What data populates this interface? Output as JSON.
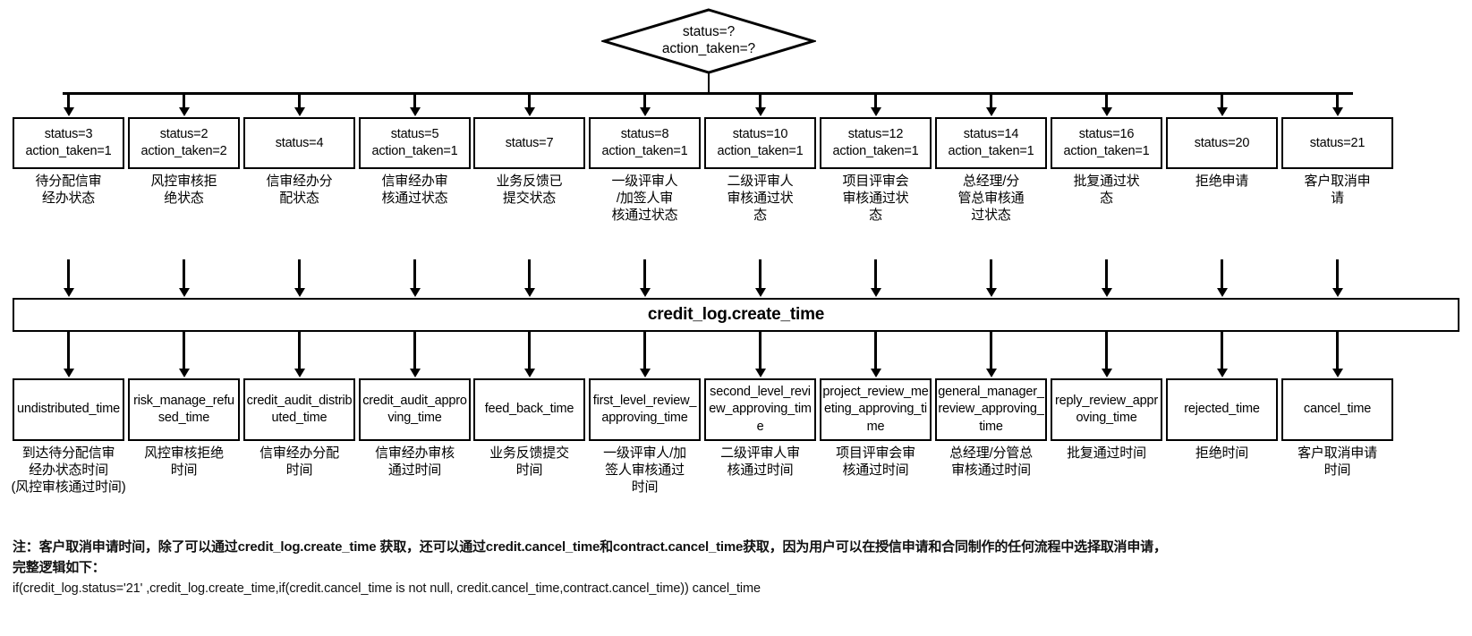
{
  "diagram": {
    "title_node": {
      "line1": "status=?",
      "line2": "action_taken=?"
    },
    "bar_label": "credit_log.create_time",
    "columns": [
      {
        "status": "status=3",
        "action_taken": "action_taken=1",
        "status_caption": "待分配信审\n经办状态",
        "field": "undistributed_time",
        "field_caption": "到达待分配信审\n经办状态时间\n(风控审核通过时间)"
      },
      {
        "status": "status=2",
        "action_taken": "action_taken=2",
        "status_caption": "风控审核拒\n绝状态",
        "field": "risk_manage_refused_time",
        "field_caption": "风控审核拒绝\n时间"
      },
      {
        "status": "status=4",
        "action_taken": "",
        "status_caption": "信审经办分\n配状态",
        "field": "credit_audit_distributed_time",
        "field_caption": "信审经办分配\n时间"
      },
      {
        "status": "status=5",
        "action_taken": "action_taken=1",
        "status_caption": "信审经办审\n核通过状态",
        "field": "credit_audit_approving_time",
        "field_caption": "信审经办审核\n通过时间"
      },
      {
        "status": "status=7",
        "action_taken": "",
        "status_caption": "业务反馈已\n提交状态",
        "field": "feed_back_time",
        "field_caption": "业务反馈提交\n时间"
      },
      {
        "status": "status=8",
        "action_taken": "action_taken=1",
        "status_caption": "一级评审人\n/加签人审\n核通过状态",
        "field": "first_level_review_approving_time",
        "field_caption": "一级评审人/加\n签人审核通过\n时间"
      },
      {
        "status": "status=10",
        "action_taken": "action_taken=1",
        "status_caption": "二级评审人\n审核通过状\n态",
        "field": "second_level_review_approving_time",
        "field_caption": "二级评审人审\n核通过时间"
      },
      {
        "status": "status=12",
        "action_taken": "action_taken=1",
        "status_caption": "项目评审会\n审核通过状\n态",
        "field": "project_review_meeting_approving_time",
        "field_caption": "项目评审会审\n核通过时间"
      },
      {
        "status": "status=14",
        "action_taken": "action_taken=1",
        "status_caption": "总经理/分\n管总审核通\n过状态",
        "field": "general_manager_review_approving_time",
        "field_caption": "总经理/分管总\n审核通过时间"
      },
      {
        "status": "status=16",
        "action_taken": "action_taken=1",
        "status_caption": "批复通过状\n态",
        "field": "reply_review_approving_time",
        "field_caption": "批复通过时间"
      },
      {
        "status": "status=20",
        "action_taken": "",
        "status_caption": "拒绝申请",
        "field": "rejected_time",
        "field_caption": "拒绝时间"
      },
      {
        "status": "status=21",
        "action_taken": "",
        "status_caption": "客户取消申\n请",
        "field": "cancel_time",
        "field_caption": "客户取消申请\n时间"
      }
    ],
    "note": {
      "line1": "注：客户取消申请时间，除了可以通过credit_log.create_time 获取，还可以通过credit.cancel_time和contract.cancel_time获取，因为用户可以在授信申请和合同制作的任何流程中选择取消申请，",
      "line2": "完整逻辑如下：",
      "line3": "if(credit_log.status='21' ,credit_log.create_time,if(credit.cancel_time is not null, credit.cancel_time,contract.cancel_time)) cancel_time"
    }
  }
}
